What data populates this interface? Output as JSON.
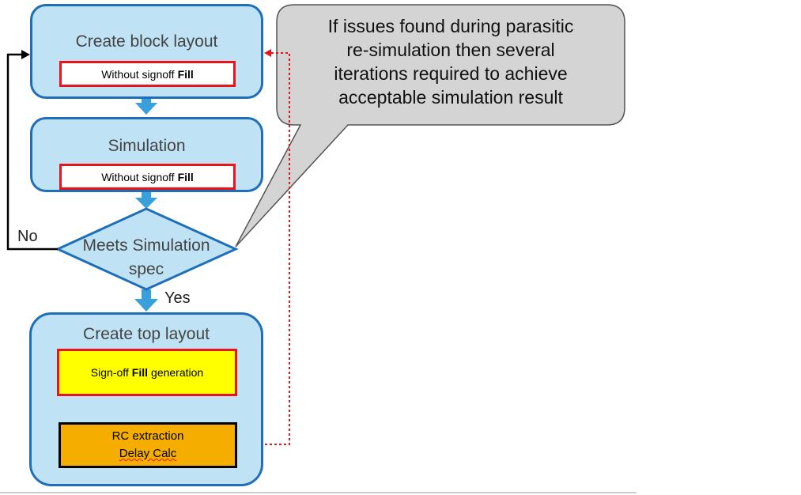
{
  "blocks": {
    "create_block_layout": {
      "title": "Create block layout",
      "tag_prefix": "Without signoff",
      "tag_bold": "Fill"
    },
    "simulation": {
      "title": "Simulation",
      "tag_prefix": "Without signoff",
      "tag_bold": "Fill"
    },
    "decision": {
      "line1": "Meets Simulation",
      "line2": "spec"
    },
    "create_top_layout": {
      "title": "Create top layout",
      "fill_gen": {
        "prefix": "Sign-off",
        "bold": "Fill",
        "suffix": "generation"
      },
      "rc": {
        "line1": "RC extraction",
        "line2": "Delay Calc"
      }
    }
  },
  "labels": {
    "no": "No",
    "yes": "Yes"
  },
  "callout": {
    "lines": [
      "If issues found during parasitic",
      "re-simulation then several",
      "iterations required to achieve",
      "acceptable simulation result"
    ]
  },
  "colors": {
    "box_fill": "#bfe3f4",
    "box_border": "#1f6fb8",
    "arrow_blue": "#3aa0dc",
    "red": "#e8141b",
    "yellow": "#ffff00",
    "orange": "#f5ae00",
    "callout_fill": "#d4d4d4"
  }
}
